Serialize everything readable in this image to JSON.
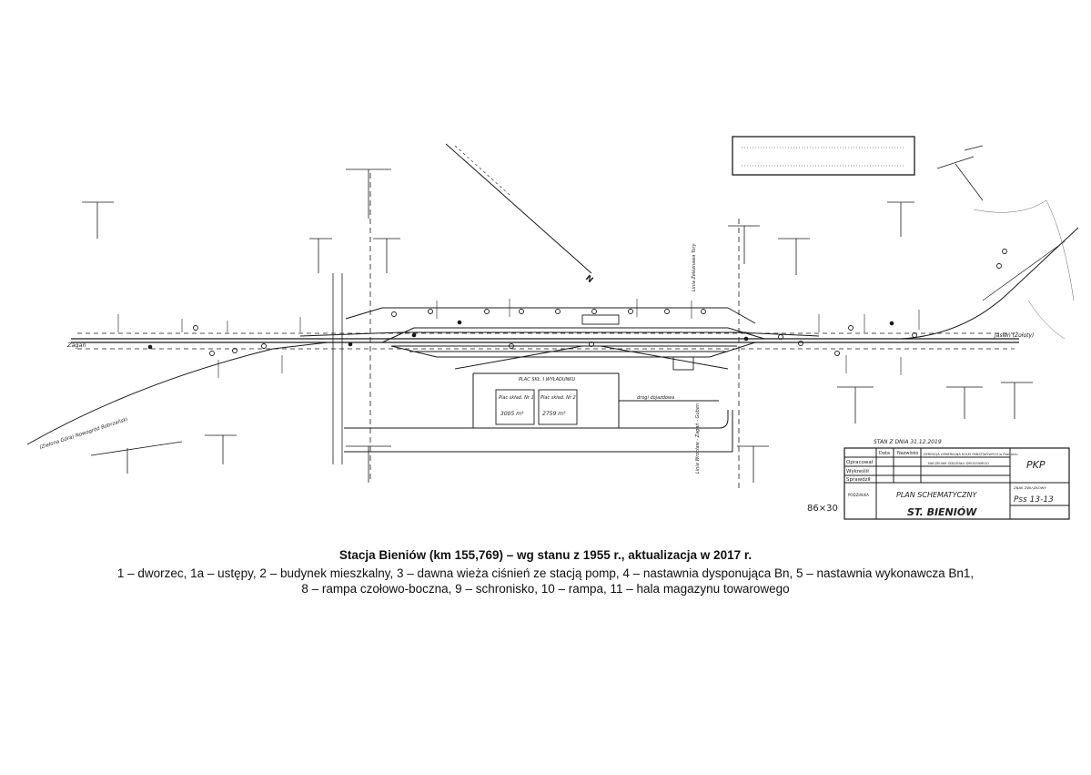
{
  "diagram": {
    "labels": {
      "left_town": "Żagań",
      "right_town": "Jasień (Żołoty)",
      "left_branch": "(Zielona Góra) Nowogród Bobrzański",
      "north": "N",
      "line_up": "Linia Żeleznawa Tory",
      "line_down": "Linia Wrocław - Żagań - Guben",
      "road": "drogi dojazdowa",
      "yard": "PLAC  SKŁ. I WYŁADUNKU",
      "plac1_title": "Plac skład. Nr 1",
      "plac1_area": "3005 m²",
      "plac2_title": "Plac skład. Nr 2",
      "plac2_area": "2759 m²",
      "stan": "STAN Z DNIA  31.12.2019",
      "scale_note": "86×30",
      "sheet": "Pss 13-13",
      "title_plan": "PLAN SCHEMATYCZNY",
      "title_station": "ST. BIENIÓW",
      "pkp": "PKP",
      "tb_data": "Data",
      "tb_nazwisko": "Nazwisko",
      "tb_opracowal": "Opracował",
      "tb_wykreslil": "Wykreślił",
      "tb_sprawdzil": "Sprawdził",
      "tb_dyrekcja": "DYREKCJA GENERALNA KOLEI PAŃSTWOWYCH w Poznaniu",
      "tb_naczelnik": "NACZELNIK ODDZIAŁU DROGOWEGO",
      "tb_podzialka": "PODZIAŁKA",
      "tb_znak": "ZNAK ZWIĄZKOWY"
    }
  },
  "caption": {
    "title": "Stacja Bieniów (km 155,769) – wg stanu z 1955 r., aktualizacja w 2017 r.",
    "line1": "1 – dworzec, 1a – ustępy, 2 – budynek mieszkalny, 3 – dawna wieża ciśnień ze stacją pomp, 4 – nastawnia dysponująca Bn, 5 – nastawnia wykonawcza Bn1,",
    "line2": "8 – rampa czołowo-boczna, 9 – schronisko, 10 – rampa, 11 – hala magazynu towarowego"
  }
}
